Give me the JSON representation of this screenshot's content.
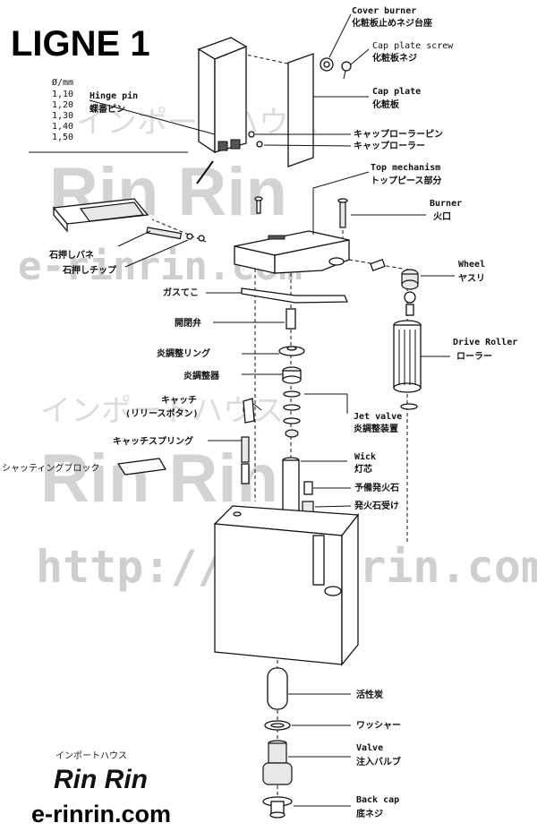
{
  "title": "LIGNE 1",
  "watermarks": {
    "brand": "Rin Rin",
    "url_short": "e-rinrin.com",
    "url_full": "http://e-rinrin.com",
    "kana": "インポートハウス"
  },
  "logo": {
    "kana": "インポートハウス",
    "brand": "Rin Rin",
    "url": "e-rinrin.com"
  },
  "hinge_pin_sizes": {
    "header": "Ø/mm",
    "sizes": [
      "1,10",
      "1,20",
      "1,30",
      "1,40",
      "1,50"
    ]
  },
  "labels": {
    "cover_burner_en": "Cover burner",
    "cover_burner_jp": "化粧板止めネジ台座",
    "cap_plate_screw_en": "Cap plate screw",
    "cap_plate_screw_jp": "化粧板ネジ",
    "hinge_pin_en": "Hinge pin",
    "hinge_pin_jp": "蝶番ピン",
    "cap_plate_en": "Cap plate",
    "cap_plate_jp": "化粧板",
    "cap_roller_pin": "キャップローラーピン",
    "cap_roller": "キャップローラー",
    "top_mechanism_en": "Top mechanism",
    "top_mechanism_jp": "トップピース部分",
    "burner_en": "Burner",
    "burner_jp": "火口",
    "flint_spring": "石押しバネ",
    "flint_tip": "石押しチップ",
    "wheel_en": "Wheel",
    "wheel_jp": "ヤスリ",
    "gas_lever": "ガスてこ",
    "open_close_valve": "開閉弁",
    "flame_ring": "炎調整リング",
    "flame_adjuster": "炎調整器",
    "drive_roller_en": "Drive Roller",
    "drive_roller_jp": "ローラー",
    "catch": "キャッチ",
    "release_button": "(リリースボタン)",
    "jet_valve_en": "Jet valve",
    "jet_valve_jp": "炎調整装置",
    "catch_spring": "キャッチスプリング",
    "shutting_block": "シャッティングブロック",
    "wick_en": "Wick",
    "wick_jp": "灯芯",
    "spare_flint": "予備発火石",
    "flint_holder": "発火石受け",
    "charcoal": "活性炭",
    "washer": "ワッシャー",
    "valve_en": "Valve",
    "valve_jp": "注入バルブ",
    "back_cap_en": "Back cap",
    "back_cap_jp": "底ネジ"
  },
  "colors": {
    "ink": "#111111",
    "watermark": "#d3d3d3",
    "background": "#ffffff"
  }
}
